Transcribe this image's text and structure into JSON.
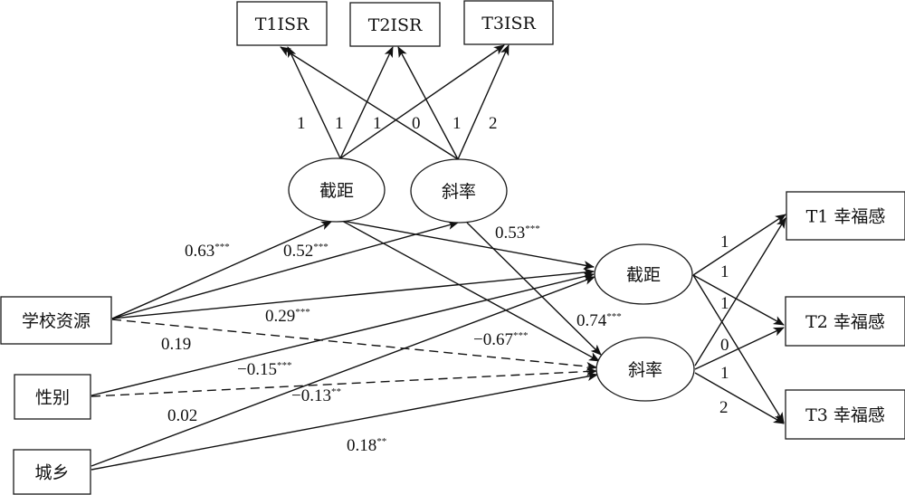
{
  "diagram": {
    "type": "structural-equation-model",
    "nodes": {
      "t1isr": {
        "label": "T1ISR",
        "shape": "box"
      },
      "t2isr": {
        "label": "T2ISR",
        "shape": "box"
      },
      "t3isr": {
        "label": "T3ISR",
        "shape": "box"
      },
      "isr_intercept": {
        "label": "截距",
        "shape": "ellipse"
      },
      "isr_slope": {
        "label": "斜率",
        "shape": "ellipse"
      },
      "school_resources": {
        "label": "学校资源",
        "shape": "box"
      },
      "gender": {
        "label": "性别",
        "shape": "box"
      },
      "urban_rural": {
        "label": "城乡",
        "shape": "box"
      },
      "wb_intercept": {
        "label": "截距",
        "shape": "ellipse"
      },
      "wb_slope": {
        "label": "斜率",
        "shape": "ellipse"
      },
      "t1wb": {
        "label": "T1 幸福感",
        "shape": "box"
      },
      "t2wb": {
        "label": "T2 幸福感",
        "shape": "box"
      },
      "t3wb": {
        "label": "T3 幸福感",
        "shape": "box"
      }
    },
    "edges": [
      {
        "id": "e1",
        "from": "isr_intercept",
        "to": "t1isr",
        "value": "1",
        "sig": "",
        "style": "solid"
      },
      {
        "id": "e2",
        "from": "isr_intercept",
        "to": "t2isr",
        "value": "1",
        "sig": "",
        "style": "solid"
      },
      {
        "id": "e3",
        "from": "isr_intercept",
        "to": "t3isr",
        "value": "1",
        "sig": "",
        "style": "solid"
      },
      {
        "id": "e4",
        "from": "isr_slope",
        "to": "t1isr",
        "value": "0",
        "sig": "",
        "style": "solid"
      },
      {
        "id": "e5",
        "from": "isr_slope",
        "to": "t2isr",
        "value": "1",
        "sig": "",
        "style": "solid"
      },
      {
        "id": "e6",
        "from": "isr_slope",
        "to": "t3isr",
        "value": "2",
        "sig": "",
        "style": "solid"
      },
      {
        "id": "e7",
        "from": "school_resources",
        "to": "isr_intercept",
        "value": "0.63",
        "sig": "***",
        "style": "solid"
      },
      {
        "id": "e8",
        "from": "school_resources",
        "to": "isr_slope",
        "value": "0.52",
        "sig": "***",
        "style": "solid"
      },
      {
        "id": "e9",
        "from": "school_resources",
        "to": "wb_intercept",
        "value": "0.29",
        "sig": "***",
        "style": "solid"
      },
      {
        "id": "e10",
        "from": "school_resources",
        "to": "wb_slope",
        "value": "0.19",
        "sig": "",
        "style": "dashed"
      },
      {
        "id": "e11",
        "from": "isr_intercept",
        "to": "wb_intercept",
        "value": "0.53",
        "sig": "***",
        "style": "solid"
      },
      {
        "id": "e12",
        "from": "isr_intercept",
        "to": "wb_slope",
        "value": "−0.67",
        "sig": "***",
        "style": "solid"
      },
      {
        "id": "e13",
        "from": "isr_slope",
        "to": "wb_slope",
        "value": "0.74",
        "sig": "***",
        "style": "solid"
      },
      {
        "id": "e14",
        "from": "gender",
        "to": "wb_intercept",
        "value": "−0.15",
        "sig": "***",
        "style": "solid"
      },
      {
        "id": "e15",
        "from": "gender",
        "to": "wb_slope",
        "value": "−0.13",
        "sig": "**",
        "style": "dashed"
      },
      {
        "id": "e16",
        "from": "urban_rural",
        "to": "wb_intercept",
        "value": "0.02",
        "sig": "",
        "style": "solid"
      },
      {
        "id": "e17",
        "from": "urban_rural",
        "to": "wb_slope",
        "value": "0.18",
        "sig": "**",
        "style": "solid"
      },
      {
        "id": "e18",
        "from": "wb_intercept",
        "to": "t1wb",
        "value": "1",
        "sig": "",
        "style": "solid"
      },
      {
        "id": "e19",
        "from": "wb_intercept",
        "to": "t2wb",
        "value": "1",
        "sig": "",
        "style": "solid"
      },
      {
        "id": "e20",
        "from": "wb_intercept",
        "to": "t3wb",
        "value": "1",
        "sig": "",
        "style": "solid"
      },
      {
        "id": "e21",
        "from": "wb_slope",
        "to": "t1wb",
        "value": "0",
        "sig": "",
        "style": "solid"
      },
      {
        "id": "e22",
        "from": "wb_slope",
        "to": "t2wb",
        "value": "1",
        "sig": "",
        "style": "solid"
      },
      {
        "id": "e23",
        "from": "wb_slope",
        "to": "t3wb",
        "value": "2",
        "sig": "",
        "style": "solid"
      }
    ]
  }
}
